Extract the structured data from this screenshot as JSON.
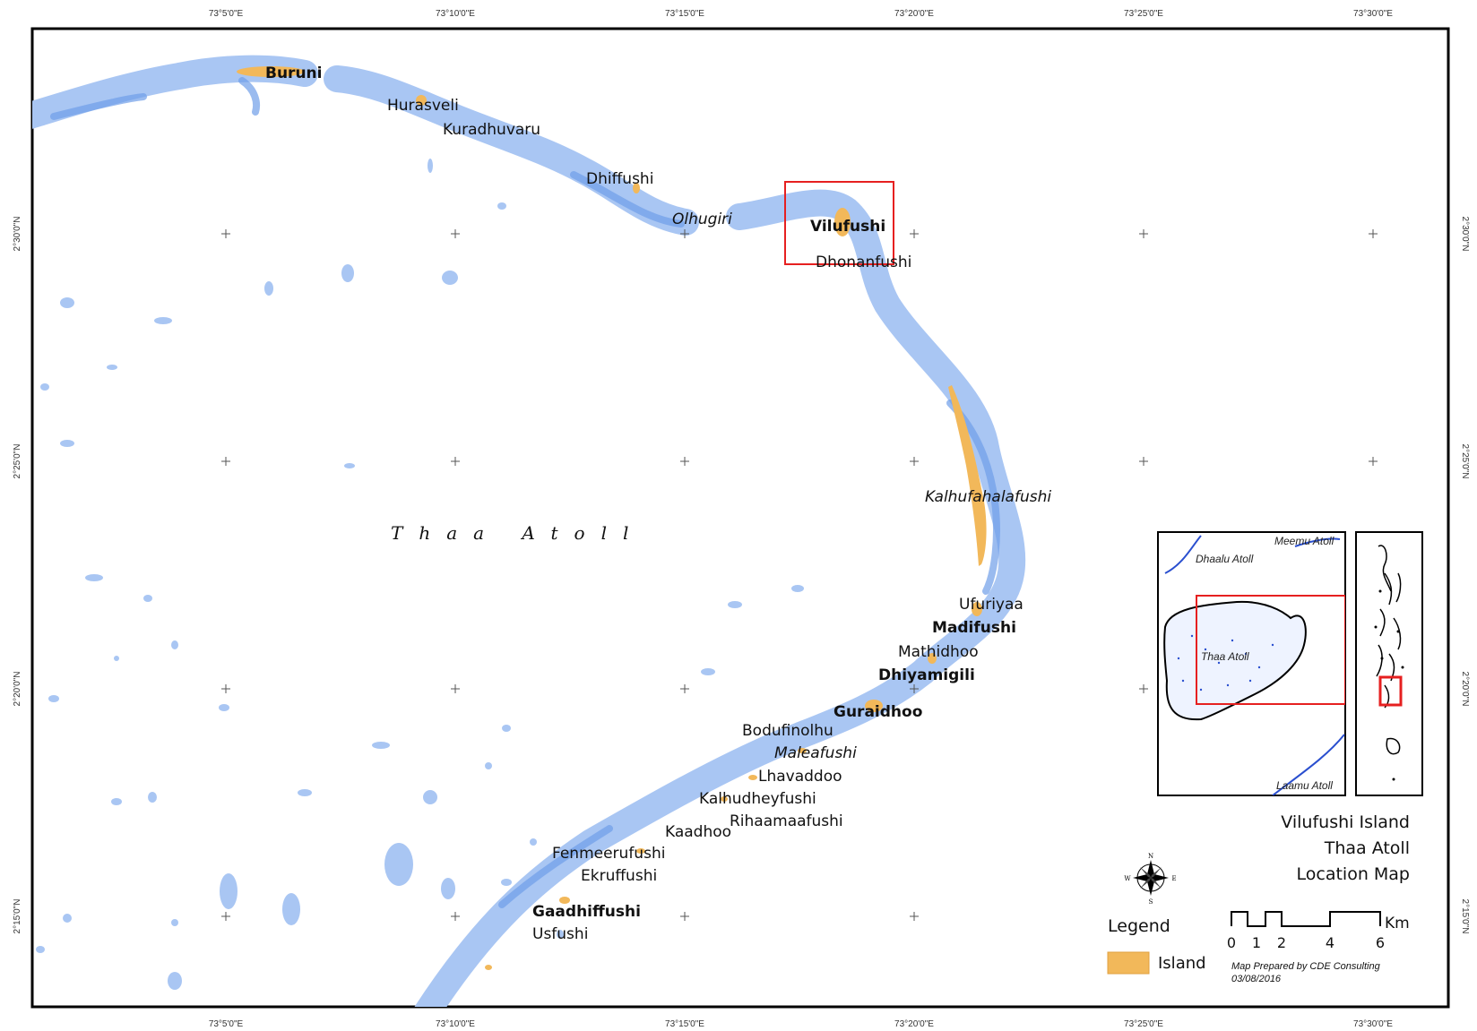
{
  "lon_labels": [
    "73°5'0\"E",
    "73°10'0\"E",
    "73°15'0\"E",
    "73°20'0\"E",
    "73°25'0\"E",
    "73°30'0\"E"
  ],
  "lat_labels": [
    "2°30'0\"N",
    "2°25'0\"N",
    "2°20'0\"N",
    "2°15'0\"N"
  ],
  "atoll_label": "Thaa Atoll",
  "places": {
    "buruni": "Buruni",
    "hurasveli": "Hurasveli",
    "kuradhuvaru": "Kuradhuvaru",
    "dhiffushi": "Dhiffushi",
    "olhugiri": "Olhugiri",
    "vilufushi": "Vilufushi",
    "dhonanfushi": "Dhonanfushi",
    "kalhufahalafushi": "Kalhufahalafushi",
    "ufuriyaa": "Ufuriyaa",
    "madifushi": "Madifushi",
    "mathidhoo": "Mathidhoo",
    "dhiyamigili": "Dhiyamigili",
    "guraidhoo": "Guraidhoo",
    "bodufinolhu": "Bodufinolhu",
    "maleafushi": "Maleafushi",
    "lhavaddoo": "Lhavaddoo",
    "kalhudheyfushi": "Kalhudheyfushi",
    "rihaamaafushi": "Rihaamaafushi",
    "kaadhoo": "Kaadhoo",
    "fenmeerufushi": "Fenmeerufushi",
    "ekruffushi": "Ekruffushi",
    "gaadhiffushi": "Gaadhiffushi",
    "usfushi": "Usfushi"
  },
  "inset": {
    "meemu": "Meemu Atoll",
    "dhaalu": "Dhaalu Atoll",
    "thaa": "Thaa Atoll",
    "laamu": "Laamu Atoll"
  },
  "title": [
    "Vilufushi Island",
    "Thaa Atoll",
    "Location Map"
  ],
  "legend": {
    "heading": "Legend",
    "island": "Island"
  },
  "compass": {
    "n": "N",
    "s": "S",
    "e": "E",
    "w": "W"
  },
  "scale": {
    "unit": "Km",
    "ticks": [
      "0",
      "1",
      "2",
      "4",
      "6"
    ]
  },
  "credit": [
    "Map Prepared by CDE Consulting",
    "03/08/2016"
  ],
  "colors": {
    "reef": "#a9c6f3",
    "reef_dark": "#6f9ee8",
    "island": "#f2b85a",
    "highlight": "#e62020",
    "frame": "#000000"
  }
}
